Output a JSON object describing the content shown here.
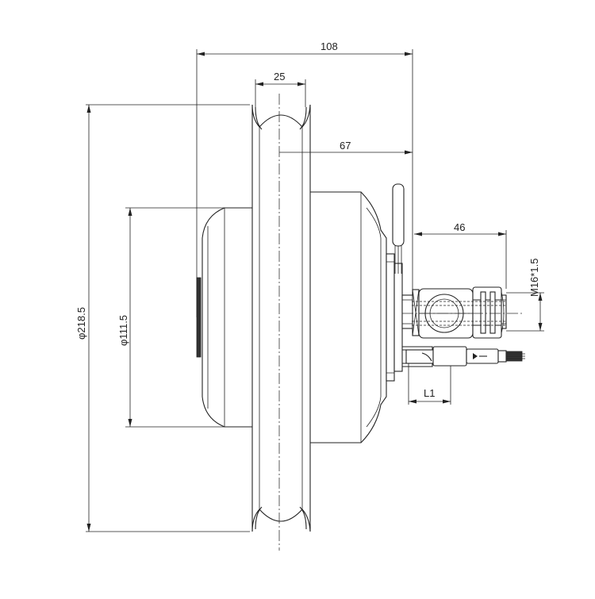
{
  "dimensions": {
    "overall_width": "108",
    "rim_width": "25",
    "hub_offset": "67",
    "axle_length": "46",
    "thread": "M16*1.5",
    "outer_diameter": "φ218.5",
    "inner_diameter": "φ111.5",
    "cable_length": "L1"
  },
  "colors": {
    "line": "#222222",
    "background": "#ffffff"
  }
}
